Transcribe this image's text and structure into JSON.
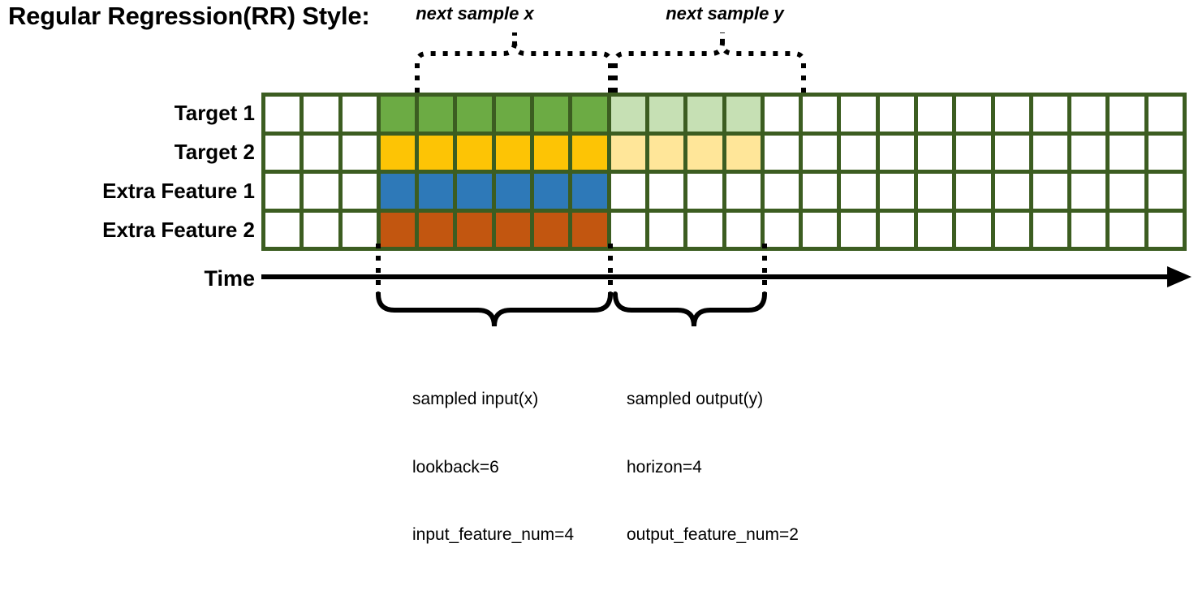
{
  "title": "Regular Regression(RR) Style:",
  "rows": [
    {
      "label": "Target 1",
      "name": "target-1"
    },
    {
      "label": "Target 2",
      "name": "target-2"
    },
    {
      "label": "Extra Feature 1",
      "name": "extra-feature-1"
    },
    {
      "label": "Extra Feature 2",
      "name": "extra-feature-2"
    }
  ],
  "grid": {
    "columns": 24,
    "rows": 4,
    "input_start_col": 4,
    "input_end_col": 9,
    "output_start_col": 10,
    "output_end_col": 13,
    "cell_classes": [
      [
        "",
        "",
        "",
        "c-green",
        "c-green",
        "c-green",
        "c-green",
        "c-green",
        "c-green",
        "c-greenlt",
        "c-greenlt",
        "c-greenlt",
        "c-greenlt",
        "",
        "",
        "",
        "",
        "",
        "",
        "",
        "",
        "",
        "",
        ""
      ],
      [
        "",
        "",
        "",
        "c-yellow",
        "c-yellow",
        "c-yellow",
        "c-yellow",
        "c-yellow",
        "c-yellow",
        "c-yellowlt",
        "c-yellowlt",
        "c-yellowlt",
        "c-yellowlt",
        "",
        "",
        "",
        "",
        "",
        "",
        "",
        "",
        "",
        "",
        ""
      ],
      [
        "",
        "",
        "",
        "c-blue",
        "c-blue",
        "c-blue",
        "c-blue",
        "c-blue",
        "c-blue",
        "",
        "",
        "",
        "",
        "",
        "",
        "",
        "",
        "",
        "",
        "",
        "",
        "",
        "",
        ""
      ],
      [
        "",
        "",
        "",
        "c-orange",
        "c-orange",
        "c-orange",
        "c-orange",
        "c-orange",
        "c-orange",
        "",
        "",
        "",
        "",
        "",
        "",
        "",
        "",
        "",
        "",
        "",
        "",
        "",
        "",
        ""
      ]
    ]
  },
  "axis": {
    "label": "Time"
  },
  "top_annotations": [
    {
      "text": "next sample x",
      "name": "next-sample-x"
    },
    {
      "text": "next sample y",
      "name": "next-sample-y"
    }
  ],
  "bottom_annotations": [
    {
      "name": "sampled-input",
      "line1": "sampled input(x)",
      "line2": "lookback=6",
      "line3": "input_feature_num=4"
    },
    {
      "name": "sampled-output",
      "line1": "sampled output(y)",
      "line2": "horizon=4",
      "line3": "output_feature_num=2"
    }
  ],
  "colors": {
    "grid_border": "#3c5d21",
    "target1": "#6cab44",
    "target1_light": "#c6e0b4",
    "target2": "#fdc405",
    "target2_light": "#ffe699",
    "extra1": "#2e79b8",
    "extra2": "#c25610",
    "ink": "#000000"
  }
}
